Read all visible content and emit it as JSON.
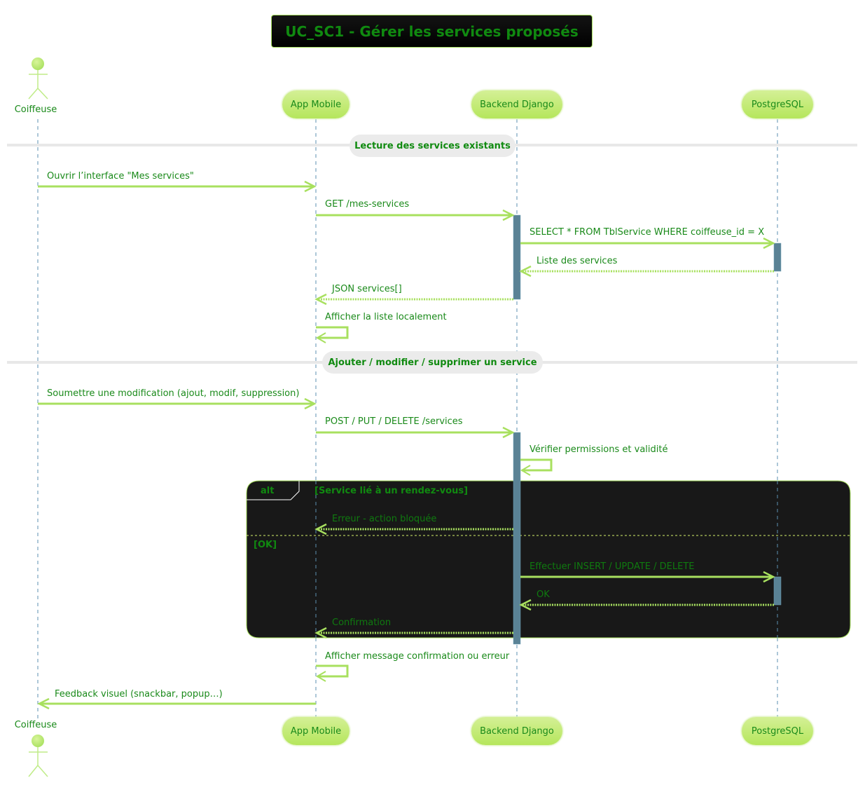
{
  "title": "UC_SC1 - Gérer les services proposés",
  "participants": [
    {
      "id": "coiffeuse",
      "label": "Coiffeuse",
      "kind": "actor"
    },
    {
      "id": "app",
      "label": "App Mobile",
      "kind": "participant"
    },
    {
      "id": "backend",
      "label": "Backend Django",
      "kind": "participant"
    },
    {
      "id": "db",
      "label": "PostgreSQL",
      "kind": "participant"
    }
  ],
  "sections": [
    {
      "label": "Lecture des services existants"
    },
    {
      "label": "Ajouter / modifier / supprimer un service"
    }
  ],
  "messages": [
    {
      "from": "coiffeuse",
      "to": "app",
      "label": "Ouvrir l’interface \"Mes services\"",
      "type": "sync"
    },
    {
      "from": "app",
      "to": "backend",
      "label": "GET /mes-services",
      "type": "sync"
    },
    {
      "from": "backend",
      "to": "db",
      "label": "SELECT * FROM TblService WHERE coiffeuse_id = X",
      "type": "sync"
    },
    {
      "from": "db",
      "to": "backend",
      "label": "Liste des services",
      "type": "return"
    },
    {
      "from": "backend",
      "to": "app",
      "label": "JSON services[]",
      "type": "return"
    },
    {
      "from": "app",
      "to": "app",
      "label": "Afficher la liste localement",
      "type": "self"
    },
    {
      "from": "coiffeuse",
      "to": "app",
      "label": "Soumettre une modification (ajout, modif, suppression)",
      "type": "sync"
    },
    {
      "from": "app",
      "to": "backend",
      "label": "POST / PUT / DELETE /services",
      "type": "sync"
    },
    {
      "from": "backend",
      "to": "backend",
      "label": "Vérifier permissions et validité",
      "type": "self"
    },
    {
      "from": "backend",
      "to": "app",
      "label": "Erreur - action bloquée",
      "type": "return"
    },
    {
      "from": "backend",
      "to": "db",
      "label": "Effectuer INSERT / UPDATE / DELETE",
      "type": "sync"
    },
    {
      "from": "db",
      "to": "backend",
      "label": "OK",
      "type": "return"
    },
    {
      "from": "backend",
      "to": "app",
      "label": "Confirmation",
      "type": "return"
    },
    {
      "from": "app",
      "to": "app",
      "label": "Afficher message confirmation ou erreur",
      "type": "self"
    },
    {
      "from": "app",
      "to": "coiffeuse",
      "label": "Feedback visuel (snackbar, popup…)",
      "type": "sync"
    }
  ],
  "alt": {
    "keyword": "alt",
    "guard1": "[Service lié à un rendez-vous]",
    "guard2": "[OK]"
  },
  "colors": {
    "arrow": "#a8e05f",
    "lifeline": "#5b8fb0",
    "activation": "#5a8295",
    "text": "#1a8a1a",
    "frame_bg": "#181818"
  }
}
